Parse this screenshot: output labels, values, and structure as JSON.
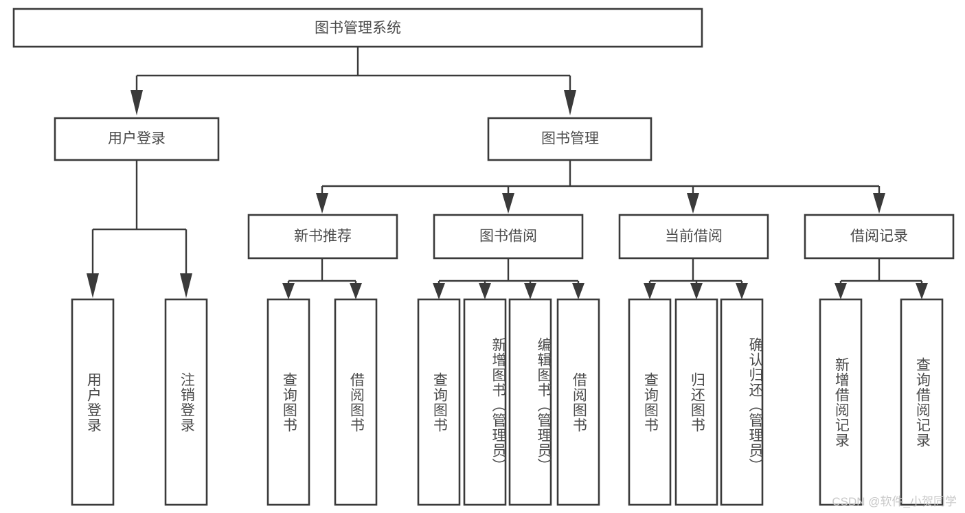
{
  "diagram": {
    "title": "图书管理系统",
    "type": "tree-hierarchy",
    "watermark": "CSDN @软件_小贺同学",
    "colors": {
      "stroke": "#3a3a3a",
      "text": "#4b4b4b",
      "background": "#ffffff",
      "watermark": "#c8c8c8"
    },
    "root": {
      "label": "图书管理系统"
    },
    "level2": [
      {
        "label": "用户登录"
      },
      {
        "label": "图书管理"
      }
    ],
    "level3": [
      {
        "label": "新书推荐"
      },
      {
        "label": "图书借阅"
      },
      {
        "label": "当前借阅"
      },
      {
        "label": "借阅记录"
      }
    ],
    "leaves": {
      "user_login": [
        {
          "label": "用户登录"
        },
        {
          "label": "注销登录"
        }
      ],
      "new_book_recommend": [
        {
          "label": "查询图书"
        },
        {
          "label": "借阅图书"
        }
      ],
      "book_borrow": [
        {
          "label": "查询图书"
        },
        {
          "label": "新增图书（管理员）"
        },
        {
          "label": "编辑图书（管理员）"
        },
        {
          "label": "借阅图书"
        }
      ],
      "current_borrow": [
        {
          "label": "查询图书"
        },
        {
          "label": "归还图书"
        },
        {
          "label": "确认归还（管理员）"
        }
      ],
      "borrow_record": [
        {
          "label": "新增借阅记录"
        },
        {
          "label": "查询借阅记录"
        }
      ]
    }
  }
}
